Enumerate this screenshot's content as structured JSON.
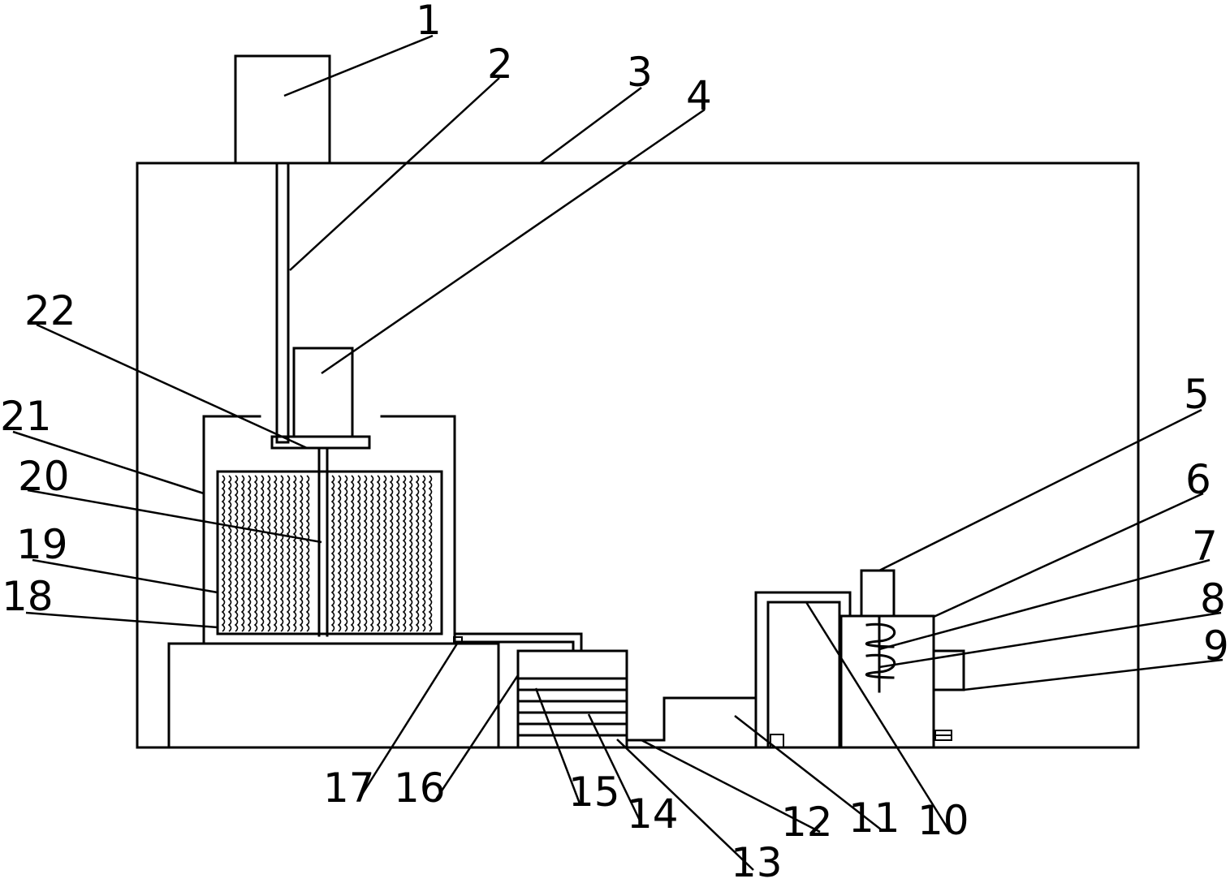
{
  "colors": {
    "line": "#000000",
    "background": "#ffffff"
  },
  "labels": [
    "1",
    "2",
    "3",
    "4",
    "5",
    "6",
    "7",
    "8",
    "9",
    "10",
    "11",
    "12",
    "13",
    "14",
    "15",
    "16",
    "17",
    "18",
    "19",
    "20",
    "21",
    "22"
  ]
}
